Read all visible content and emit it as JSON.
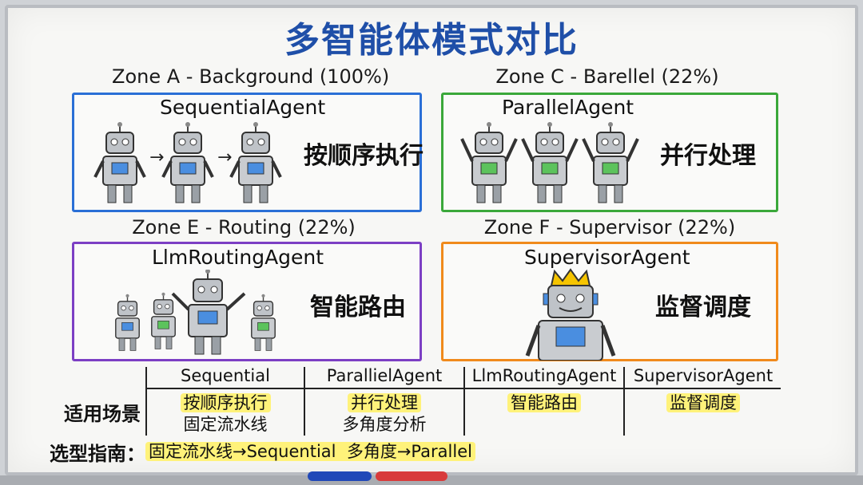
{
  "title": "多智能体模式对比",
  "zones": [
    {
      "label": "Zone A - Background (100%)",
      "agent": "SequentialAgent",
      "desc": "按顺序执行",
      "color": "#2a6fd6"
    },
    {
      "label": "Zone C - Barellel (22%)",
      "agent": "ParallelAgent",
      "desc": "并行处理",
      "color": "#3aa83a"
    },
    {
      "label": "Zone E - Routing (22%)",
      "agent": "LlmRoutingAgent",
      "desc": "智能路由",
      "color": "#7c3fc4"
    },
    {
      "label": "Zone F - Supervisor (22%)",
      "agent": "SupervisorAgent",
      "desc": "监督调度",
      "color": "#f08a1c"
    }
  ],
  "table": {
    "headers": [
      "Sequential",
      "ParallielAgent",
      "LlmRoutingAgent",
      "SupervisorAgent"
    ],
    "row_label": "适用场景",
    "scenario_primary": [
      "按顺序执行",
      "并行处理",
      "智能路由",
      "监督调度"
    ],
    "scenario_secondary": [
      "固定流水线",
      "多角度分析"
    ]
  },
  "guide": {
    "label": "选型指南：",
    "text": "固定流水线→Sequential  多角度→Parallel"
  }
}
